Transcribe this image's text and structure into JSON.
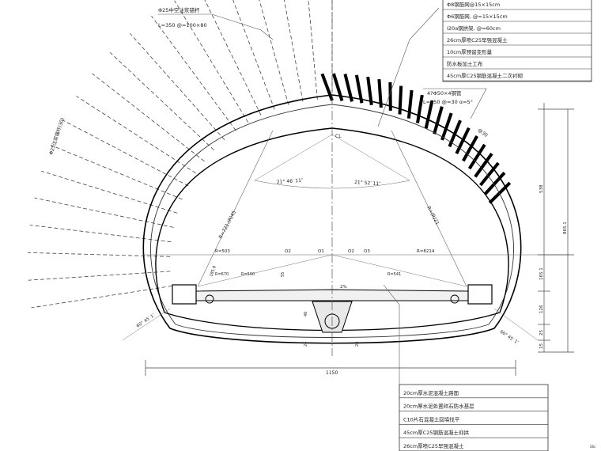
{
  "drawing": {
    "leader_top_left": {
      "line1": "Φ25中空注浆锚杆",
      "line2": "L=350 @=100×80"
    },
    "leader_radial_left": "Φ25注浆锚杆(30)",
    "leader_pipe": {
      "line1": "4?Φ50×4钢管",
      "line2": "L=450 @=30 α=5°"
    },
    "pipe_spacing": "@30",
    "centerline": "CL",
    "angle_left": "21° 46′ 11″",
    "angle_right": "21° 52′ 11″",
    "radius_left": "R=721.(R)45",
    "radius_right": "R=(R)21",
    "arc_left_a": "R=503",
    "arc_right_a": "R=8214",
    "width_total": "1150",
    "dim_right_1": "538",
    "dim_right_2": "865.1",
    "dim_right_3": "165.1",
    "dim_right_4": "126",
    "dim_right_5": "25",
    "dim_right_6": "15",
    "slope_left": "60° 45′ 1″",
    "slope_right": "60° 45′ 1″",
    "center_marks": [
      "O2",
      "O1",
      "O2",
      "O3"
    ],
    "misc_small_a": "R=670",
    "misc_small_b": "R=500",
    "misc_small_c": "R=541",
    "misc_slope_val": "2%",
    "misc_h1": "55",
    "misc_h2": "40",
    "misc_h3": "24",
    "misc_h4": "28",
    "misc_h5": "185.8",
    "corner_mark": "26c"
  },
  "legend_top": [
    "Φ8钢筋网@15×15cm",
    "Φ6钢筋网, @=15×15cm",
    "I20a钢拱架, @=60cm",
    "26cm厚喷C25早强混凝土",
    "10cm厚预留变形量",
    "防水板加土工布",
    "45cm厚C25钢筋混凝土二次衬砌"
  ],
  "legend_bottom": [
    "20cm厚水泥混凝土路面",
    "20cm厚水泥处置碎石防水基层",
    "C10片石混凝土回填找平",
    "45cm厚C25钢筋混凝土仰拱",
    "26cm厚喷C25早强混凝土"
  ]
}
